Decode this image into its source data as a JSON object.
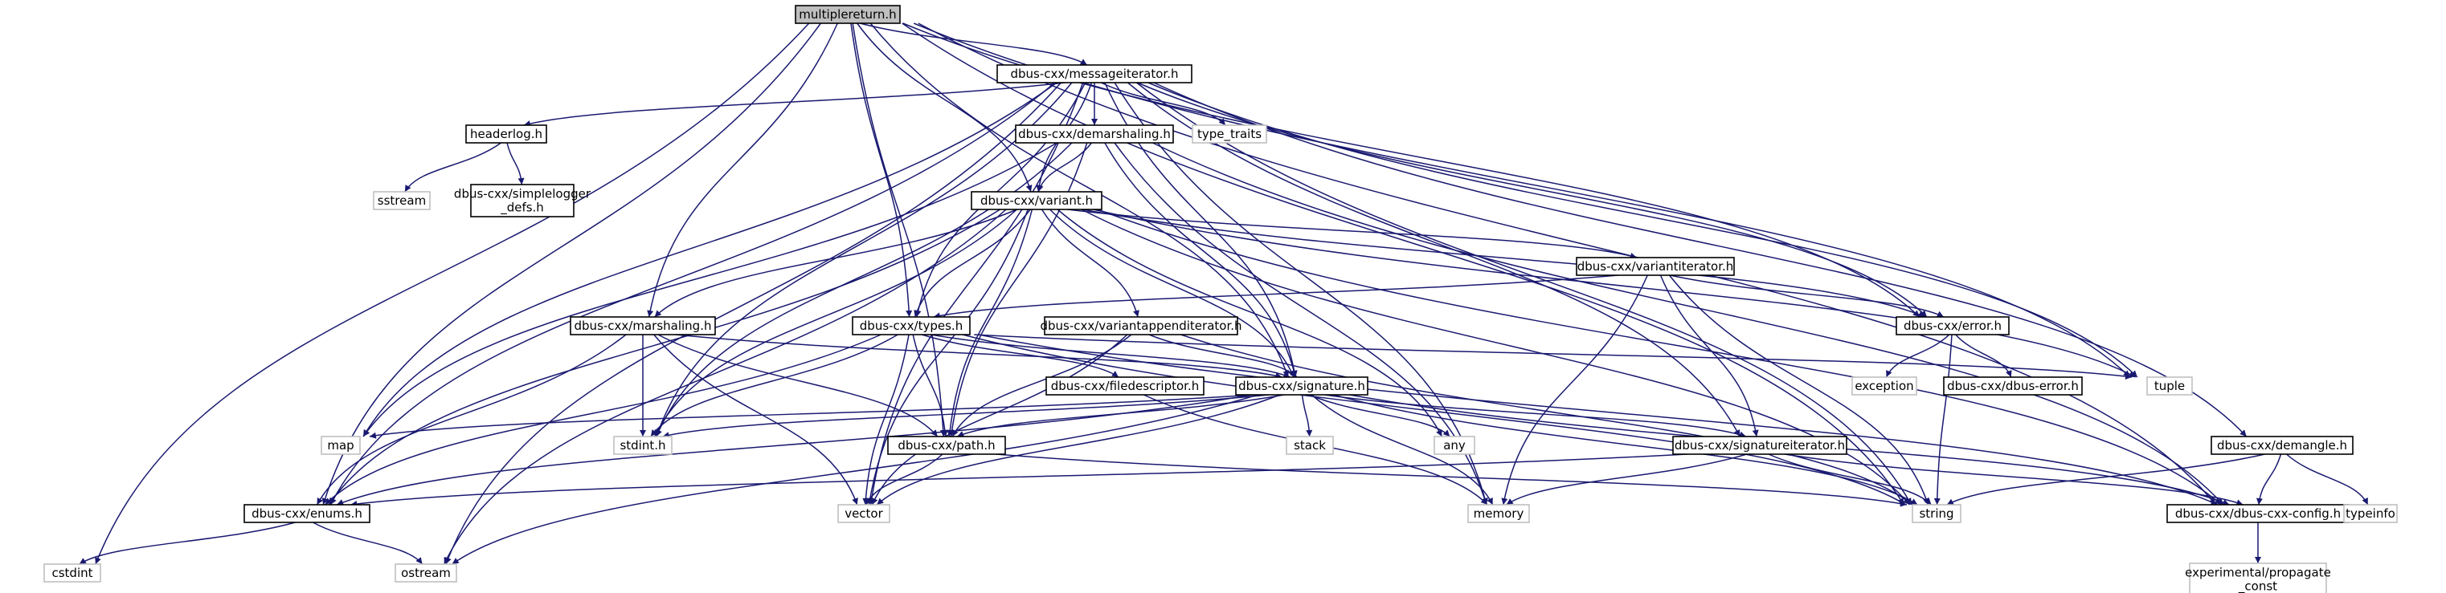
{
  "colors": {
    "edge": "#191970",
    "main_fill": "#bfbfbf",
    "system_border": "#bfbfbf",
    "local_border": "#000000",
    "background": "#ffffff"
  },
  "nodes": [
    {
      "id": "multiplereturn",
      "lines": [
        "multiplereturn.h"
      ],
      "kind": "main"
    },
    {
      "id": "messageiterator",
      "lines": [
        "dbus-cxx/messageiterator.h"
      ],
      "kind": "local"
    },
    {
      "id": "cstdint",
      "lines": [
        "cstdint"
      ],
      "kind": "system"
    },
    {
      "id": "headerlog",
      "lines": [
        "headerlog.h"
      ],
      "kind": "local"
    },
    {
      "id": "type_traits",
      "lines": [
        "type_traits"
      ],
      "kind": "system"
    },
    {
      "id": "demarshaling",
      "lines": [
        "dbus-cxx/demarshaling.h"
      ],
      "kind": "local"
    },
    {
      "id": "sstream",
      "lines": [
        "sstream"
      ],
      "kind": "system"
    },
    {
      "id": "simplelogger",
      "lines": [
        "dbus-cxx/simplelogger",
        "_defs.h"
      ],
      "kind": "local"
    },
    {
      "id": "variant",
      "lines": [
        "dbus-cxx/variant.h"
      ],
      "kind": "local"
    },
    {
      "id": "variantiterator",
      "lines": [
        "dbus-cxx/variantiterator.h"
      ],
      "kind": "local"
    },
    {
      "id": "marshaling",
      "lines": [
        "dbus-cxx/marshaling.h"
      ],
      "kind": "local"
    },
    {
      "id": "types",
      "lines": [
        "dbus-cxx/types.h"
      ],
      "kind": "local"
    },
    {
      "id": "variantappenditerator",
      "lines": [
        "dbus-cxx/variantappenditerator.h"
      ],
      "kind": "local"
    },
    {
      "id": "error",
      "lines": [
        "dbus-cxx/error.h"
      ],
      "kind": "local"
    },
    {
      "id": "filedescriptor",
      "lines": [
        "dbus-cxx/filedescriptor.h"
      ],
      "kind": "local"
    },
    {
      "id": "signature",
      "lines": [
        "dbus-cxx/signature.h"
      ],
      "kind": "local"
    },
    {
      "id": "tuple",
      "lines": [
        "tuple"
      ],
      "kind": "system"
    },
    {
      "id": "exception",
      "lines": [
        "exception"
      ],
      "kind": "system"
    },
    {
      "id": "dbuserror",
      "lines": [
        "dbus-cxx/dbus-error.h"
      ],
      "kind": "local"
    },
    {
      "id": "map",
      "lines": [
        "map"
      ],
      "kind": "system"
    },
    {
      "id": "stdint",
      "lines": [
        "stdint.h"
      ],
      "kind": "system"
    },
    {
      "id": "path",
      "lines": [
        "dbus-cxx/path.h"
      ],
      "kind": "local"
    },
    {
      "id": "stack",
      "lines": [
        "stack"
      ],
      "kind": "system"
    },
    {
      "id": "any",
      "lines": [
        "any"
      ],
      "kind": "system"
    },
    {
      "id": "signatureiterator",
      "lines": [
        "dbus-cxx/signatureiterator.h"
      ],
      "kind": "local"
    },
    {
      "id": "demangle",
      "lines": [
        "dbus-cxx/demangle.h"
      ],
      "kind": "local"
    },
    {
      "id": "enums",
      "lines": [
        "dbus-cxx/enums.h"
      ],
      "kind": "local"
    },
    {
      "id": "vector",
      "lines": [
        "vector"
      ],
      "kind": "system"
    },
    {
      "id": "memory",
      "lines": [
        "memory"
      ],
      "kind": "system"
    },
    {
      "id": "string",
      "lines": [
        "string"
      ],
      "kind": "system"
    },
    {
      "id": "config",
      "lines": [
        "dbus-cxx/dbus-cxx-config.h"
      ],
      "kind": "local"
    },
    {
      "id": "typeinfo",
      "lines": [
        "typeinfo"
      ],
      "kind": "system"
    },
    {
      "id": "ostream",
      "lines": [
        "ostream"
      ],
      "kind": "system"
    },
    {
      "id": "propagate_const",
      "lines": [
        "experimental/propagate",
        "_const"
      ],
      "kind": "system"
    }
  ],
  "edges": [
    [
      "multiplereturn",
      "messageiterator"
    ],
    [
      "multiplereturn",
      "cstdint"
    ],
    [
      "multiplereturn",
      "marshaling"
    ],
    [
      "multiplereturn",
      "types"
    ],
    [
      "multiplereturn",
      "variant"
    ],
    [
      "multiplereturn",
      "signature"
    ],
    [
      "multiplereturn",
      "path"
    ],
    [
      "multiplereturn",
      "enums"
    ],
    [
      "multiplereturn",
      "error"
    ],
    [
      "multiplereturn",
      "tuple"
    ],
    [
      "multiplereturn",
      "string"
    ],
    [
      "multiplereturn",
      "config"
    ],
    [
      "messageiterator",
      "headerlog"
    ],
    [
      "messageiterator",
      "type_traits"
    ],
    [
      "messageiterator",
      "demarshaling"
    ],
    [
      "messageiterator",
      "variant"
    ],
    [
      "messageiterator",
      "types"
    ],
    [
      "messageiterator",
      "signature"
    ],
    [
      "messageiterator",
      "signatureiterator"
    ],
    [
      "messageiterator",
      "error"
    ],
    [
      "messageiterator",
      "demangle"
    ],
    [
      "messageiterator",
      "tuple"
    ],
    [
      "messageiterator",
      "memory"
    ],
    [
      "messageiterator",
      "string"
    ],
    [
      "messageiterator",
      "map"
    ],
    [
      "messageiterator",
      "stdint"
    ],
    [
      "messageiterator",
      "vector"
    ],
    [
      "messageiterator",
      "enums"
    ],
    [
      "messageiterator",
      "ostream"
    ],
    [
      "headerlog",
      "sstream"
    ],
    [
      "headerlog",
      "simplelogger"
    ],
    [
      "demarshaling",
      "variant"
    ],
    [
      "demarshaling",
      "signature"
    ],
    [
      "demarshaling",
      "path"
    ],
    [
      "demarshaling",
      "config"
    ],
    [
      "demarshaling",
      "memory"
    ],
    [
      "demarshaling",
      "map"
    ],
    [
      "demarshaling",
      "stdint"
    ],
    [
      "variant",
      "variantiterator"
    ],
    [
      "variant",
      "marshaling"
    ],
    [
      "variant",
      "types"
    ],
    [
      "variant",
      "variantappenditerator"
    ],
    [
      "variant",
      "signature"
    ],
    [
      "variant",
      "path"
    ],
    [
      "variant",
      "error"
    ],
    [
      "variant",
      "tuple"
    ],
    [
      "variant",
      "any"
    ],
    [
      "variant",
      "string"
    ],
    [
      "variant",
      "config"
    ],
    [
      "variant",
      "enums"
    ],
    [
      "variant",
      "vector"
    ],
    [
      "variant",
      "stdint"
    ],
    [
      "variant",
      "ostream"
    ],
    [
      "variantiterator",
      "types"
    ],
    [
      "variantiterator",
      "error"
    ],
    [
      "variantiterator",
      "signatureiterator"
    ],
    [
      "variantiterator",
      "memory"
    ],
    [
      "variantiterator",
      "string"
    ],
    [
      "marshaling",
      "signature"
    ],
    [
      "marshaling",
      "path"
    ],
    [
      "marshaling",
      "enums"
    ],
    [
      "marshaling",
      "vector"
    ],
    [
      "marshaling",
      "stdint"
    ],
    [
      "types",
      "filedescriptor"
    ],
    [
      "types",
      "signature"
    ],
    [
      "types",
      "path"
    ],
    [
      "types",
      "enums"
    ],
    [
      "types",
      "tuple"
    ],
    [
      "types",
      "vector"
    ],
    [
      "types",
      "stdint"
    ],
    [
      "types",
      "string"
    ],
    [
      "types",
      "config"
    ],
    [
      "variantappenditerator",
      "signature"
    ],
    [
      "variantappenditerator",
      "path"
    ],
    [
      "variantappenditerator",
      "vector"
    ],
    [
      "variantappenditerator",
      "string"
    ],
    [
      "error",
      "exception"
    ],
    [
      "error",
      "dbuserror"
    ],
    [
      "error",
      "string"
    ],
    [
      "filedescriptor",
      "memory"
    ],
    [
      "signature",
      "map"
    ],
    [
      "signature",
      "stdint"
    ],
    [
      "signature",
      "path"
    ],
    [
      "signature",
      "stack"
    ],
    [
      "signature",
      "any"
    ],
    [
      "signature",
      "signatureiterator"
    ],
    [
      "signature",
      "enums"
    ],
    [
      "signature",
      "vector"
    ],
    [
      "signature",
      "memory"
    ],
    [
      "signature",
      "string"
    ],
    [
      "signature",
      "config"
    ],
    [
      "signature",
      "ostream"
    ],
    [
      "path",
      "vector"
    ],
    [
      "path",
      "string"
    ],
    [
      "signatureiterator",
      "enums"
    ],
    [
      "signatureiterator",
      "memory"
    ],
    [
      "signatureiterator",
      "string"
    ],
    [
      "signatureiterator",
      "config"
    ],
    [
      "demangle",
      "string"
    ],
    [
      "demangle",
      "config"
    ],
    [
      "demangle",
      "typeinfo"
    ],
    [
      "enums",
      "cstdint"
    ],
    [
      "enums",
      "ostream"
    ],
    [
      "config",
      "propagate_const"
    ]
  ]
}
